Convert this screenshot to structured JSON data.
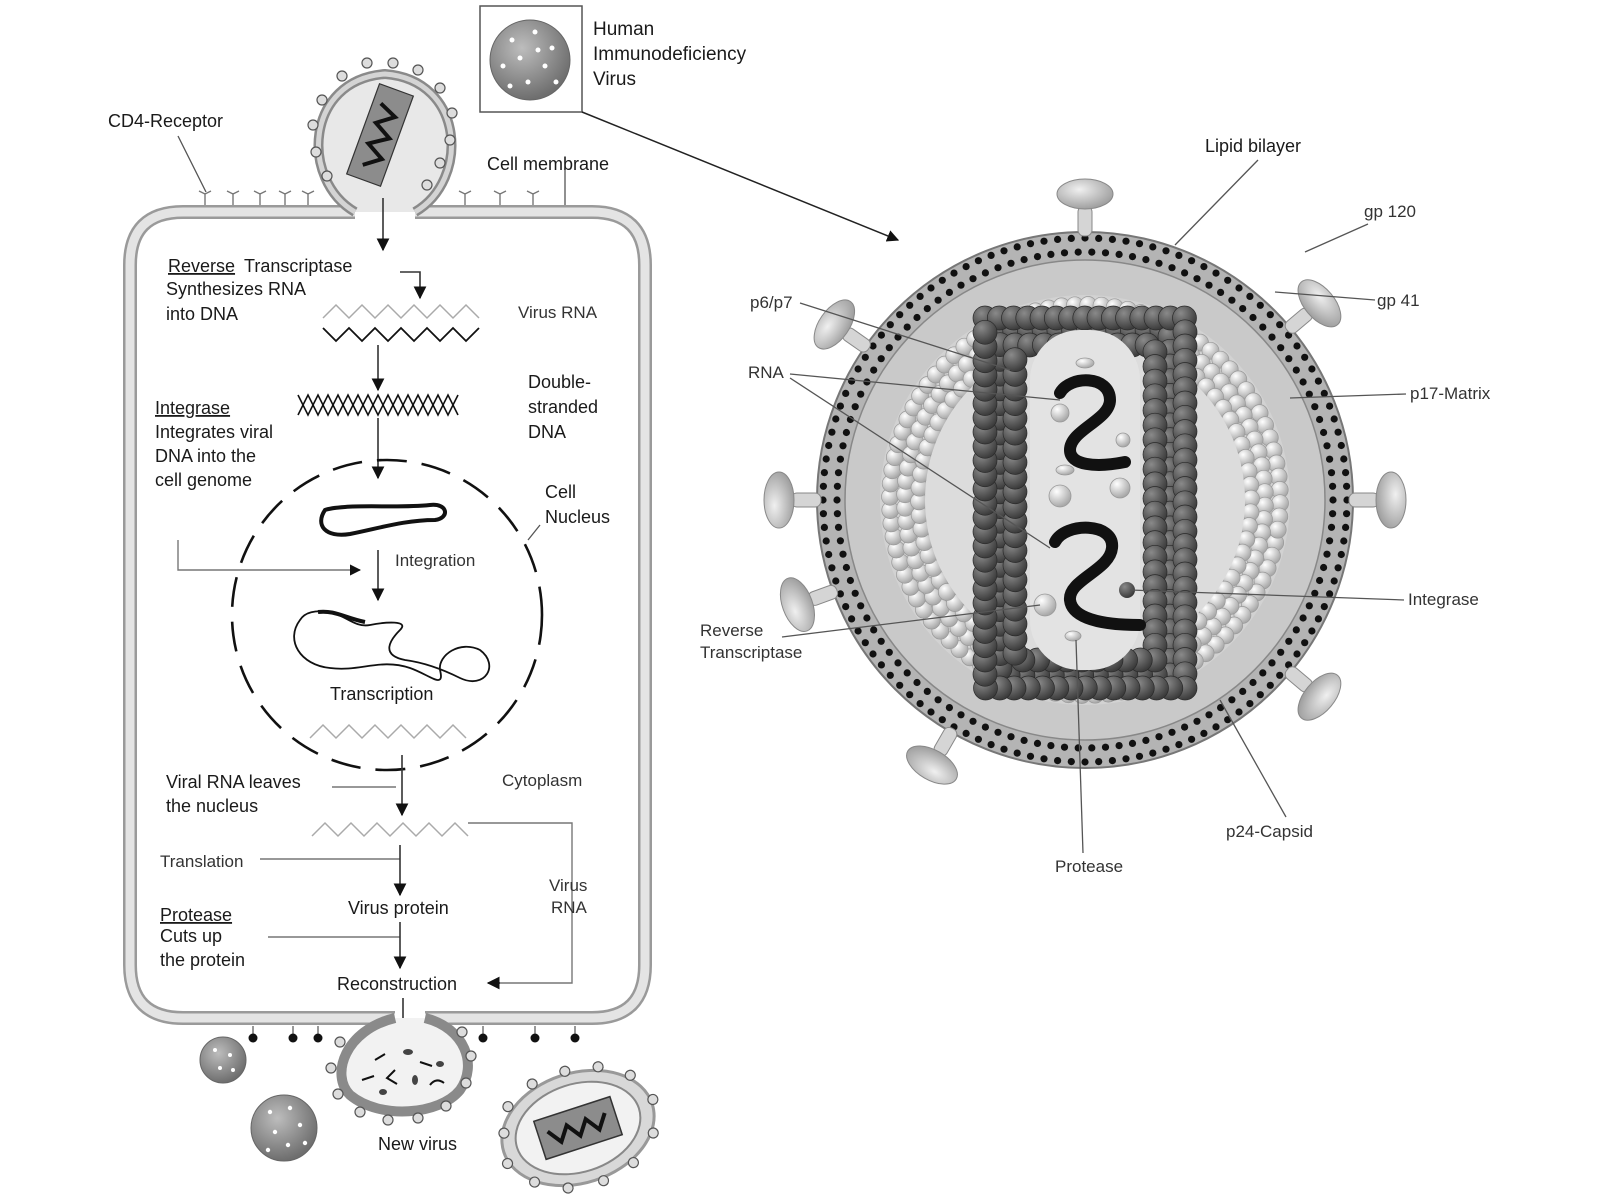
{
  "virus_key": {
    "line1": "Human",
    "line2": "Immunodeficiency",
    "line3": "Virus"
  },
  "cell": {
    "cd4_receptor": "CD4-Receptor",
    "cell_membrane": "Cell membrane",
    "rt_heading_a": "Reverse",
    "rt_heading_b": "Transcriptase",
    "rt_line1": "Synthesizes RNA",
    "rt_line2": "into DNA",
    "virus_rna": "Virus RNA",
    "dsdna_line1": "Double-",
    "dsdna_line2": "stranded",
    "dsdna_line3": "DNA",
    "integrase_heading": "Integrase",
    "integrase_line1": "Integrates viral",
    "integrase_line2": "DNA into the",
    "integrase_line3": "cell genome",
    "nucleus_line1": "Cell",
    "nucleus_line2": "Nucleus",
    "integration": "Integration",
    "transcription": "Transcription",
    "leaves_line1": "Viral RNA leaves",
    "leaves_line2": "the nucleus",
    "cytoplasm": "Cytoplasm",
    "translation": "Translation",
    "virus_protein": "Virus protein",
    "virus_rna2_line1": "Virus",
    "virus_rna2_line2": "RNA",
    "protease_heading": "Protease",
    "protease_line1": "Cuts up",
    "protease_line2": "the protein",
    "reconstruction": "Reconstruction",
    "new_virus": "New virus"
  },
  "virion": {
    "lipid_bilayer": "Lipid bilayer",
    "gp120": "gp 120",
    "gp41": "gp 41",
    "p6p7": "p6/p7",
    "rna": "RNA",
    "p17": "p17-Matrix",
    "integrase": "Integrase",
    "rt_line1": "Reverse",
    "rt_line2": "Transcriptase",
    "p24": "p24-Capsid",
    "protease": "Protease"
  }
}
